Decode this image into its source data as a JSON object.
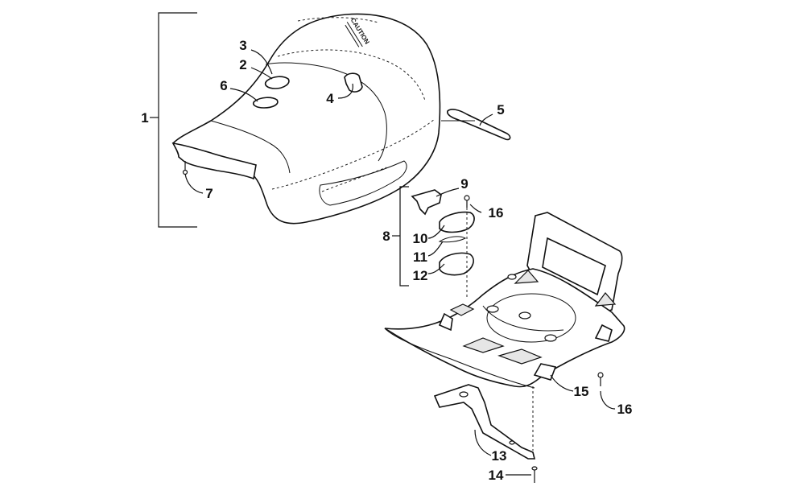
{
  "diagram": {
    "warning_text": "CAUTION",
    "callouts": [
      {
        "id": "c1",
        "label": "1"
      },
      {
        "id": "c2",
        "label": "2"
      },
      {
        "id": "c3",
        "label": "3"
      },
      {
        "id": "c4",
        "label": "4"
      },
      {
        "id": "c5",
        "label": "5"
      },
      {
        "id": "c6",
        "label": "6"
      },
      {
        "id": "c7",
        "label": "7"
      },
      {
        "id": "c8",
        "label": "8"
      },
      {
        "id": "c9",
        "label": "9"
      },
      {
        "id": "c10",
        "label": "10"
      },
      {
        "id": "c11",
        "label": "11"
      },
      {
        "id": "c12",
        "label": "12"
      },
      {
        "id": "c13",
        "label": "13"
      },
      {
        "id": "c14",
        "label": "14"
      },
      {
        "id": "c15",
        "label": "15"
      },
      {
        "id": "c16a",
        "label": "16"
      },
      {
        "id": "c16b",
        "label": "16"
      }
    ]
  }
}
